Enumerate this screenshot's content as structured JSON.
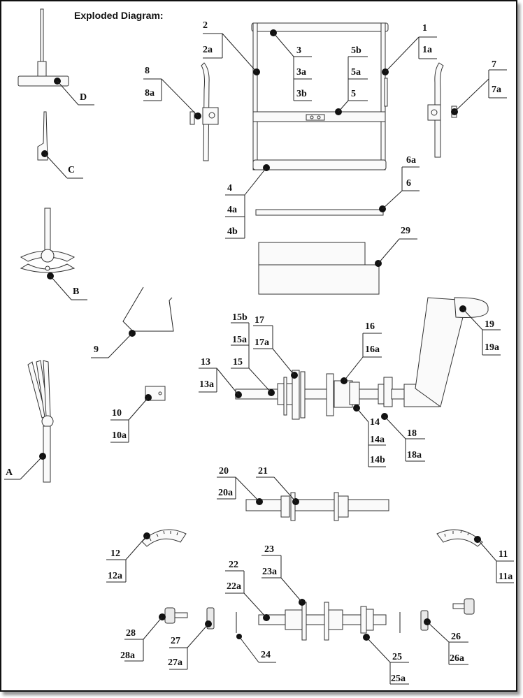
{
  "title": "Exploded Diagram:",
  "callouts": [
    {
      "id": "c1",
      "labels": [
        "1",
        "1a"
      ]
    },
    {
      "id": "c2",
      "labels": [
        "2",
        "2a"
      ]
    },
    {
      "id": "c3",
      "labels": [
        "3",
        "3a",
        "3b"
      ]
    },
    {
      "id": "c5",
      "labels": [
        "5b",
        "5a",
        "5"
      ]
    },
    {
      "id": "c4",
      "labels": [
        "4",
        "4a",
        "4b"
      ]
    },
    {
      "id": "c6",
      "labels": [
        "6a",
        "6"
      ]
    },
    {
      "id": "c7",
      "labels": [
        "7",
        "7a"
      ]
    },
    {
      "id": "c8",
      "labels": [
        "8",
        "8a"
      ]
    },
    {
      "id": "cD",
      "labels": [
        "D"
      ]
    },
    {
      "id": "cC",
      "labels": [
        "C"
      ]
    },
    {
      "id": "cB",
      "labels": [
        "B"
      ]
    },
    {
      "id": "cA",
      "labels": [
        "A"
      ]
    },
    {
      "id": "c29",
      "labels": [
        "29"
      ]
    },
    {
      "id": "c9",
      "labels": [
        "9"
      ]
    },
    {
      "id": "c10",
      "labels": [
        "10",
        "10a"
      ]
    },
    {
      "id": "c13",
      "labels": [
        "13",
        "13a"
      ]
    },
    {
      "id": "c15",
      "labels": [
        "15b",
        "15a",
        "15"
      ]
    },
    {
      "id": "c17",
      "labels": [
        "17",
        "17a"
      ]
    },
    {
      "id": "c16",
      "labels": [
        "16",
        "16a"
      ]
    },
    {
      "id": "c19",
      "labels": [
        "19",
        "19a"
      ]
    },
    {
      "id": "c14",
      "labels": [
        "14",
        "14a",
        "14b"
      ]
    },
    {
      "id": "c18",
      "labels": [
        "18",
        "18a"
      ]
    },
    {
      "id": "c20",
      "labels": [
        "20",
        "20a"
      ]
    },
    {
      "id": "c21",
      "labels": [
        "21"
      ]
    },
    {
      "id": "c12",
      "labels": [
        "12",
        "12a"
      ]
    },
    {
      "id": "c11",
      "labels": [
        "11",
        "11a"
      ]
    },
    {
      "id": "c23",
      "labels": [
        "23",
        "23a"
      ]
    },
    {
      "id": "c22",
      "labels": [
        "22",
        "22a"
      ]
    },
    {
      "id": "c28",
      "labels": [
        "28",
        "28a"
      ]
    },
    {
      "id": "c27",
      "labels": [
        "27",
        "27a"
      ]
    },
    {
      "id": "c24",
      "labels": [
        "24"
      ]
    },
    {
      "id": "c25",
      "labels": [
        "25",
        "25a"
      ]
    },
    {
      "id": "c26",
      "labels": [
        "26",
        "26a"
      ]
    }
  ]
}
